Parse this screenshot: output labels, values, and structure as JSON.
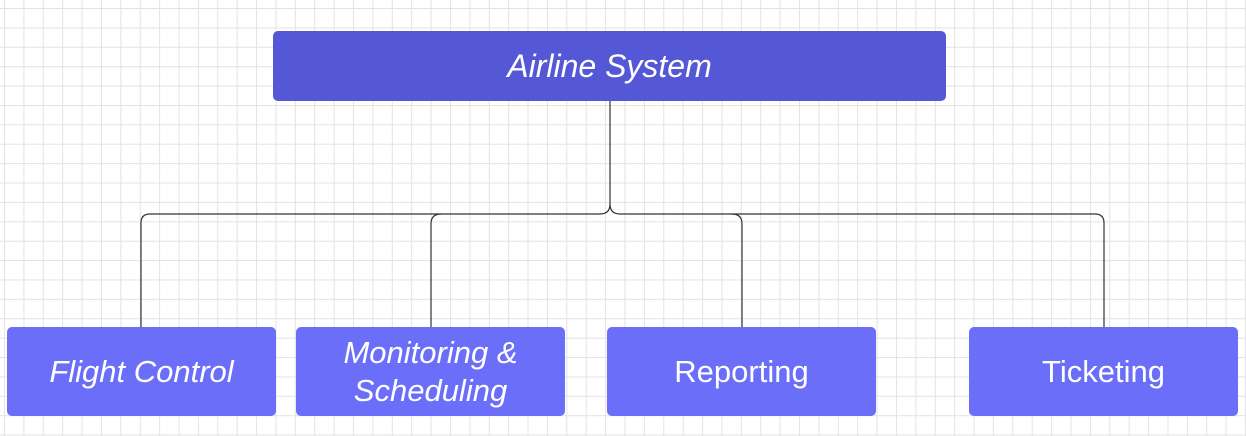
{
  "diagram": {
    "root": {
      "label": "Airline System",
      "color": "#5558d6",
      "italic": true
    },
    "children": [
      {
        "label": "Flight Control",
        "color": "#6b6ef8",
        "italic": true
      },
      {
        "label": "Monitoring &\nScheduling",
        "color": "#6b6ef8",
        "italic": true
      },
      {
        "label": "Reporting",
        "color": "#6b6ef8",
        "italic": false
      },
      {
        "label": "Ticketing",
        "color": "#6b6ef8",
        "italic": false
      }
    ],
    "connector_color": "#333333"
  }
}
